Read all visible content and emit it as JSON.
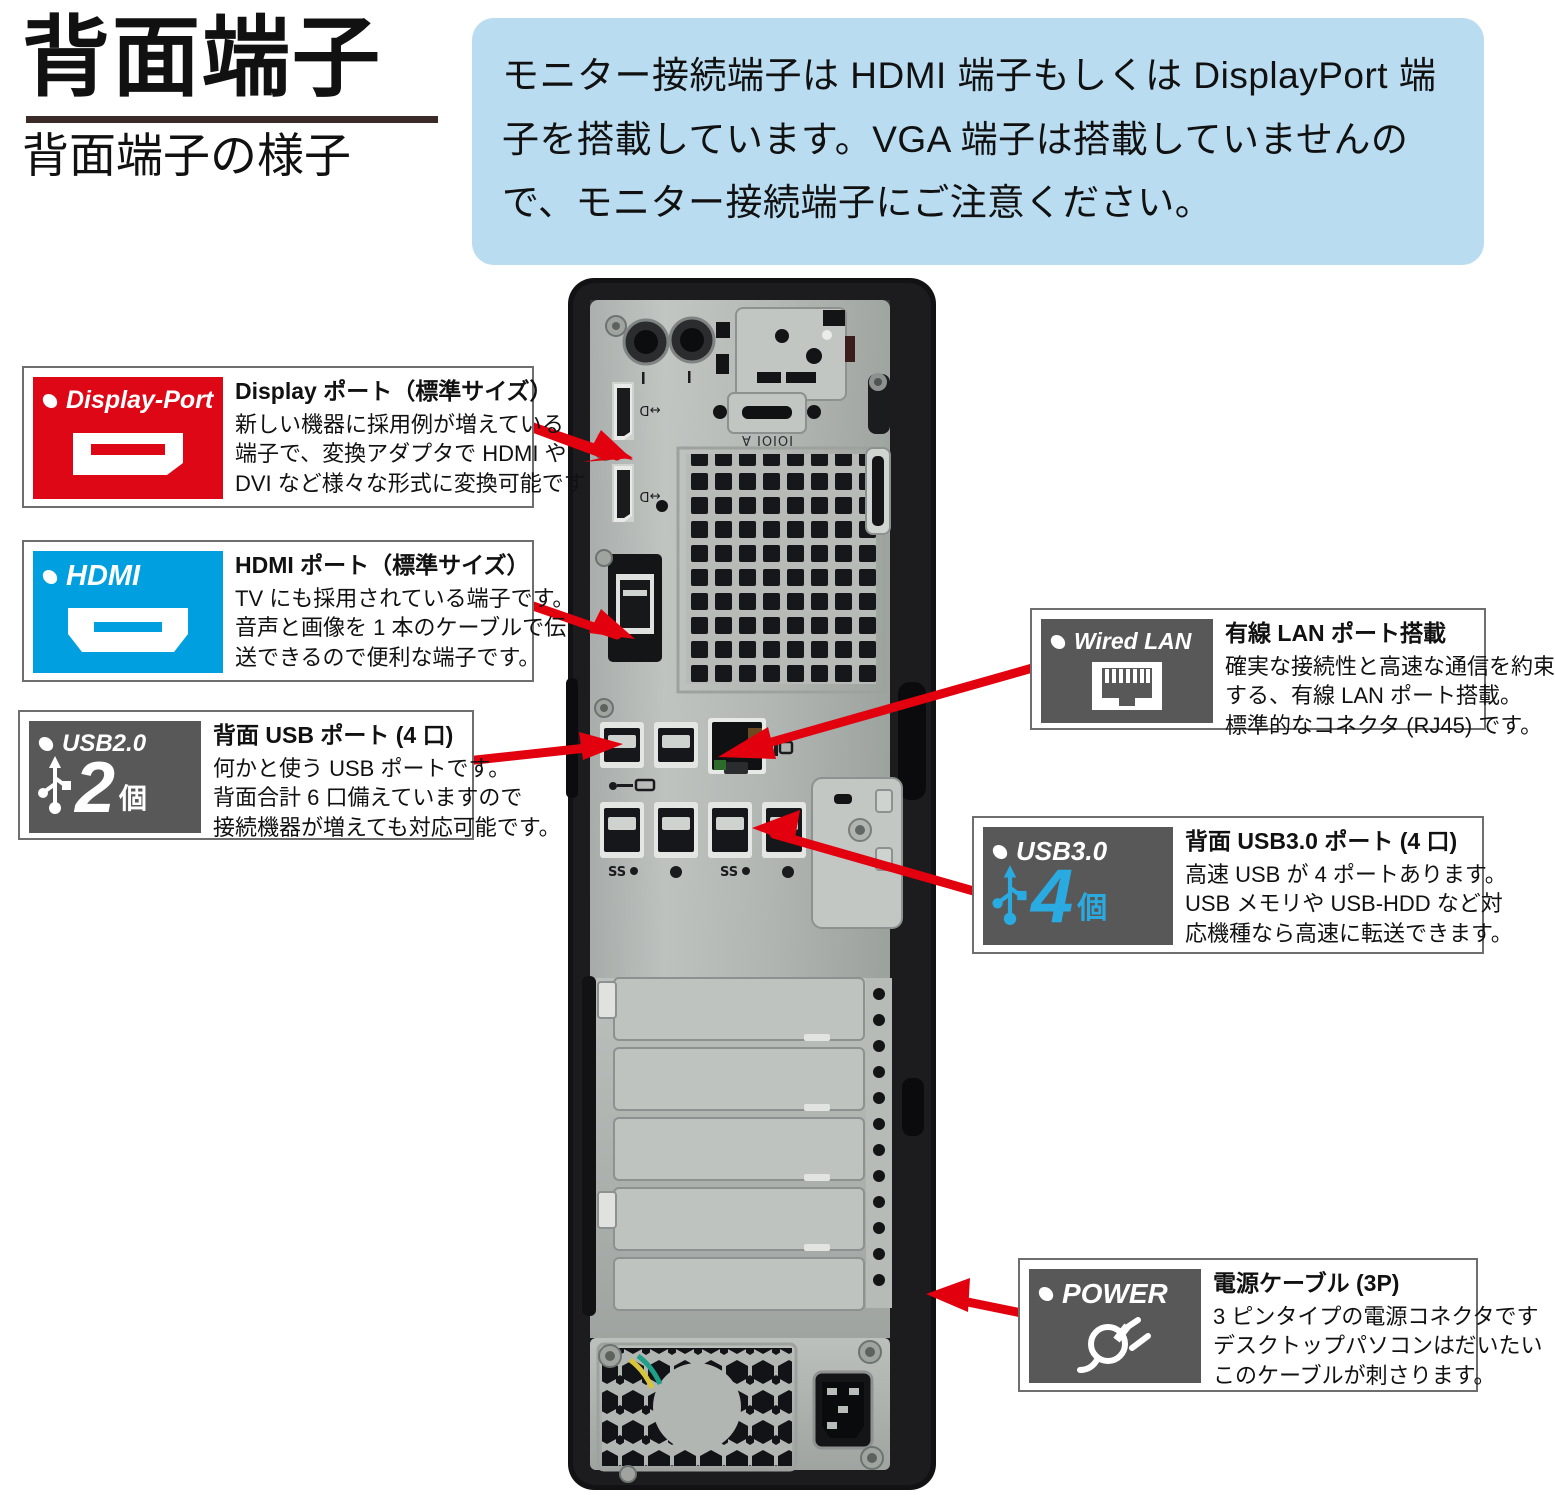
{
  "header": {
    "title": "背面端子",
    "subtitle": "背面端子の様子",
    "notice": "モニター接続端子は HDMI 端子もしくは DisplayPort 端子を搭載しています。VGA 端子は搭載していませんので、モニター接続端子にご注意ください。"
  },
  "colors": {
    "red": "#dd0716",
    "cyan": "#00a0e0",
    "gray": "#585858",
    "notice_bg": "#b9dcf0",
    "arrow": "#e2000f",
    "title_rule": "#3b2b28"
  },
  "callouts": [
    {
      "id": "displayport",
      "badge_label": "Display-Port",
      "badge_color": "#dd0716",
      "icon": "displayport-connector-icon",
      "heading": "Display ポート（標準サイズ）",
      "lines": [
        "新しい機器に採用例が増えている",
        "端子で、変換アダプタで HDMI や",
        "DVI など様々な形式に変換可能です"
      ]
    },
    {
      "id": "hdmi",
      "badge_label": "HDMI",
      "badge_color": "#00a0e0",
      "icon": "hdmi-connector-icon",
      "heading": "HDMI ポート（標準サイズ）",
      "lines": [
        "TV にも採用されている端子です。",
        "音声と画像を 1 本のケーブルで伝",
        "送できるので便利な端子です。"
      ]
    },
    {
      "id": "usb20",
      "badge_label": "USB2.0",
      "badge_color": "#585858",
      "icon": "usb-trident-icon",
      "count": "2",
      "count_unit": "個",
      "count_color": "#ffffff",
      "heading": "背面 USB ポート (4 口)",
      "lines": [
        "何かと使う USB ポートです。",
        "背面合計 6 口備えていますので",
        "接続機器が増えても対応可能です。"
      ]
    },
    {
      "id": "wiredlan",
      "badge_label": "Wired LAN",
      "badge_color": "#585858",
      "icon": "rj45-jack-icon",
      "heading": "有線 LAN ポート搭載",
      "lines": [
        "確実な接続性と高速な通信を約束",
        "する、有線 LAN ポート搭載。",
        "標準的なコネクタ (RJ45) です。"
      ]
    },
    {
      "id": "usb30",
      "badge_label": "USB3.0",
      "badge_color": "#585858",
      "icon": "usb-trident-icon",
      "count": "4",
      "count_unit": "個",
      "count_color": "#29abe2",
      "heading": "背面 USB3.0 ポート (4 口)",
      "lines": [
        "高速 USB が 4 ポートあります。",
        "USB メモリや USB-HDD など対",
        "応機種なら高速に転送できます。"
      ]
    },
    {
      "id": "power",
      "badge_label": "POWER",
      "badge_color": "#585858",
      "icon": "power-plug-icon",
      "heading": "電源ケーブル (3P)",
      "lines": [
        "3 ピンタイプの電源コネクタです",
        "デスクトップパソコンはだいたい",
        "このケーブルが刺さります。"
      ]
    }
  ],
  "chassis": {
    "alt": "デスクトップPC 背面パネル",
    "serial_label": "IOIOI A",
    "usb2_label": "USB",
    "usb3_label": "SS"
  }
}
